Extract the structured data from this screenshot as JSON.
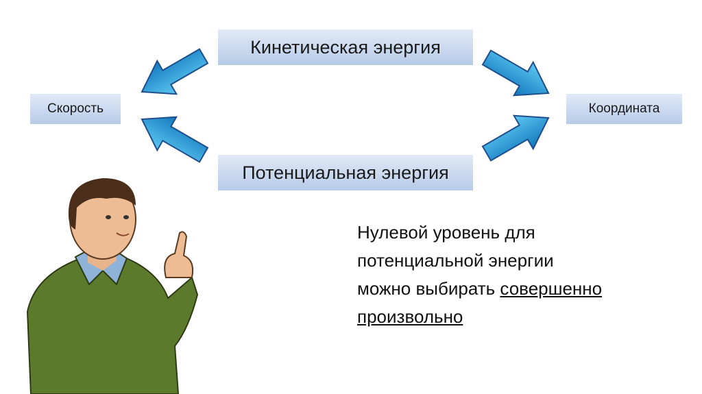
{
  "boxes": {
    "kinetic": "Кинетическая энергия",
    "potential": "Потенциальная энергия",
    "speed": "Скорость",
    "coordinate": "Координата"
  },
  "note": {
    "line1": "Нулевой уровень для",
    "line2": "потенциальной энергии",
    "line3_plain": "можно выбирать ",
    "line3_underlined": "совершенно",
    "line4_underlined": "произвольно"
  },
  "colors": {
    "arrow": "#1b9ad6",
    "arrow_edge": "#1f4e8c",
    "box": "#c8d8ef"
  }
}
